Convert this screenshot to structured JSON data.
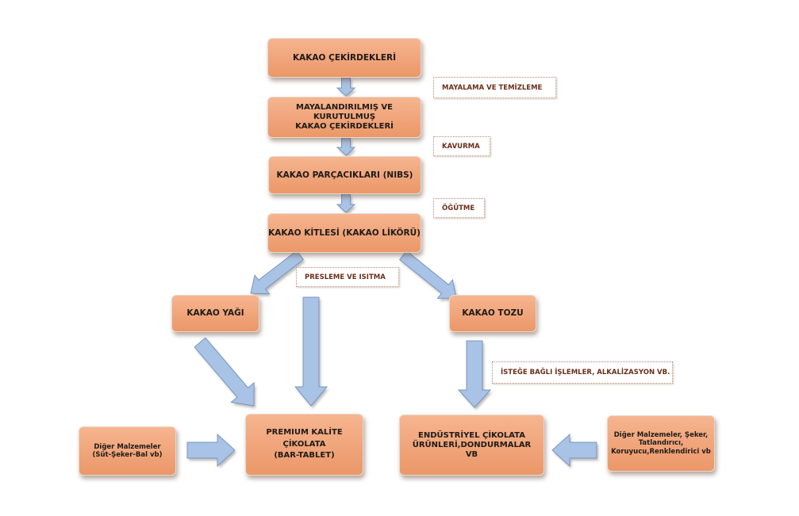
{
  "boxes": {
    "cocoa_beans": "KAKAO ÇEKİRDEKLERİ",
    "fermented_beans": "MAYALANDIRILMIŞ VE\nKURUTULMUŞ\nKAKAO ÇEKİRDEKLERİ",
    "nibs": "KAKAO PARÇACIKLARI (NIBS)",
    "liquor": "KAKAO KİTLESİ (KAKAO LİKÖRÜ)",
    "butter": "KAKAO YAĞI",
    "powder": "KAKAO TOZU",
    "premium": "PREMIUM KALİTE\nÇİKOLATA\n(BAR-TABLET)",
    "industrial": "ENDÜSTRİYEL ÇİKOLATA\nÜRÜNLERİ,DONDURMALAR\nVB",
    "other_left": "Diğer Malzemeler\n(Süt-Şeker-Bal vb)",
    "other_right": "Diğer Malzemeler, Şeker,\nTatlandırıcı,\nKoruyucu,Renklendirici vb"
  },
  "notes": {
    "fermentation": "MAYALAMA VE TEMİZLEME",
    "roasting": "KAVURMA",
    "grinding": "ÖĞÜTME",
    "pressing": "PRESLEME VE ISITMA",
    "optional": "İSTEĞE BAĞLI İŞLEMLER, ALKALİZASYON VB."
  },
  "colors": {
    "box_fill": "#f0a47a",
    "arrow_fill": "#a9c3e6",
    "note_text": "#6b2f1a"
  }
}
